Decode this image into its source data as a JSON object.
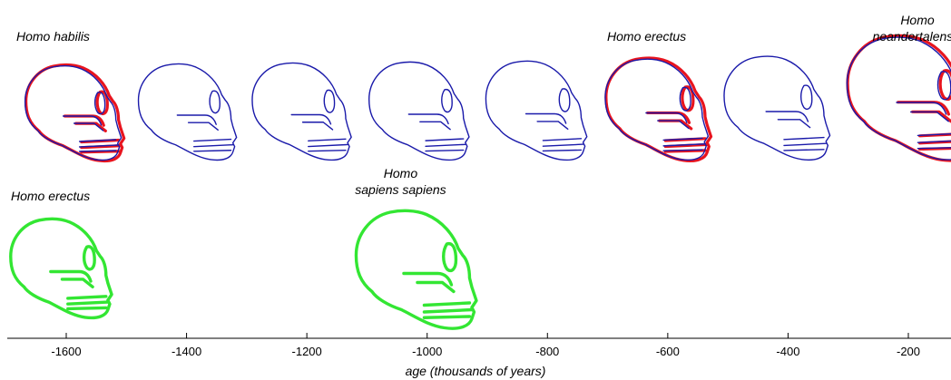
{
  "colors": {
    "model": "#1a1aaa",
    "fossil_red": "#e8141e",
    "fossil_green": "#33e633",
    "axis": "#000000"
  },
  "axis": {
    "xlabel": "age (thousands of years)",
    "ticks": [
      -1600,
      -1400,
      -1200,
      -1000,
      -800,
      -600,
      -400,
      -200
    ],
    "tick_labels": [
      "-1600",
      "-1400",
      "-1200",
      "-1000",
      "-800",
      "-600",
      "-400",
      "-200"
    ],
    "xlim": [
      -1700,
      -150
    ]
  },
  "top_row": {
    "skulls": [
      {
        "age": -1590,
        "scale": 1.0,
        "fossil": true,
        "label": [
          "Homo habilis"
        ]
      },
      {
        "age": -1400,
        "scale": 1.02,
        "fossil": false,
        "label": []
      },
      {
        "age": -1210,
        "scale": 1.03,
        "fossil": false,
        "label": []
      },
      {
        "age": -1015,
        "scale": 1.04,
        "fossil": false,
        "label": []
      },
      {
        "age": -820,
        "scale": 1.05,
        "fossil": false,
        "label": []
      },
      {
        "age": -620,
        "scale": 1.07,
        "fossil": true,
        "label": [
          "Homo erectus"
        ]
      },
      {
        "age": -420,
        "scale": 1.1,
        "fossil": false,
        "label": []
      },
      {
        "age": -200,
        "scale": 1.3,
        "fossil": true,
        "label": [
          "Homo",
          "neandertalensis"
        ]
      }
    ]
  },
  "bottom_row": {
    "skulls": [
      {
        "age": -1610,
        "scale": 1.05,
        "label": [
          "Homo erectus"
        ]
      },
      {
        "age": -1020,
        "scale": 1.25,
        "label": [
          "Homo",
          "sapiens sapiens"
        ]
      }
    ]
  }
}
